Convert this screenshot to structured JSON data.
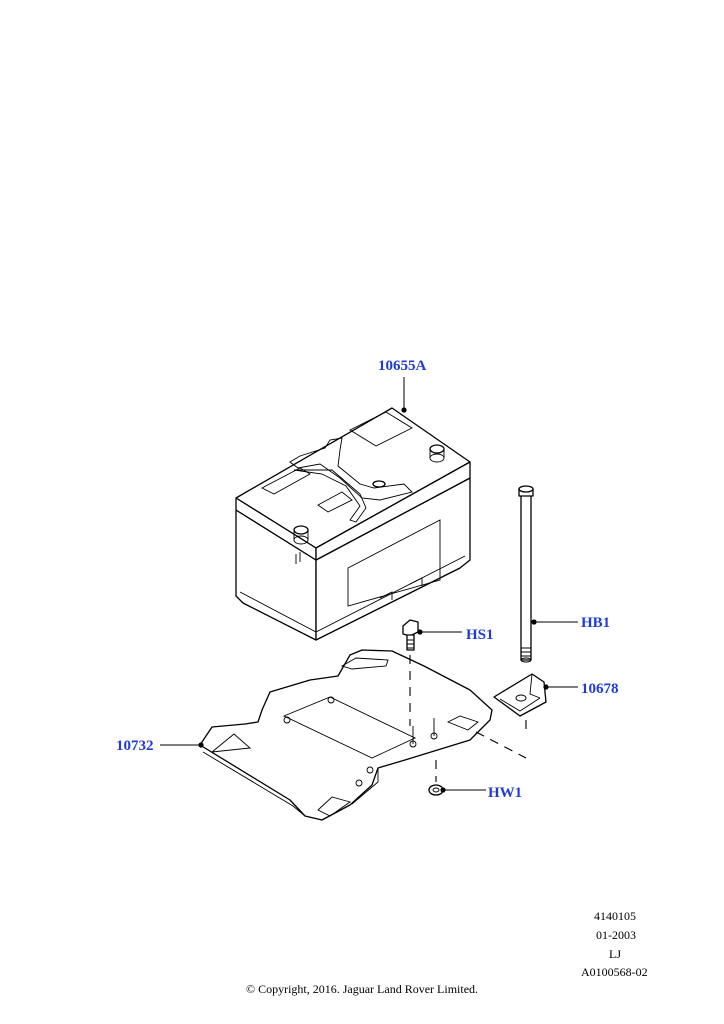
{
  "callouts": {
    "battery": "10655A",
    "hold_down_bolt": "HB1",
    "screw": "HS1",
    "bracket": "10678",
    "tray": "10732",
    "washer": "HW1"
  },
  "drawing_info": {
    "ref_number": "4140105",
    "date": "01-2003",
    "initials": "LJ",
    "image_code": "A0100568-02"
  },
  "copyright": "© Copyright, 2016. Jaguar Land Rover Limited.",
  "colors": {
    "callout": "#1f3bd1",
    "line": "#000000"
  }
}
